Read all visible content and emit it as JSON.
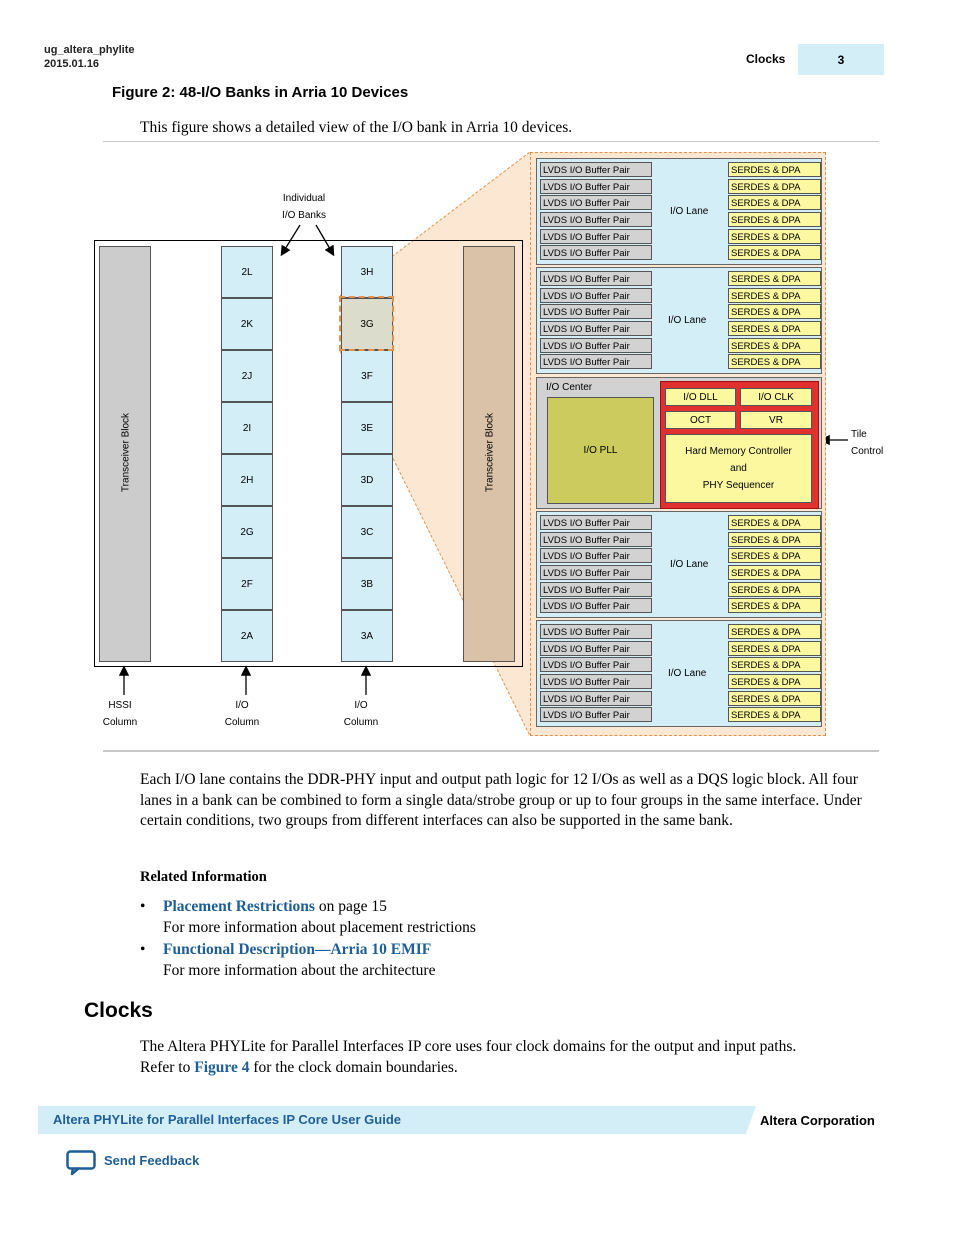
{
  "header": {
    "doc_id": "ug_altera_phylite",
    "date": "2015.01.16",
    "section": "Clocks",
    "page": "3"
  },
  "figure": {
    "title": "Figure 2: 48-I/O Banks in Arria 10 Devices",
    "description": "This figure shows a detailed view of the I/O bank in Arria 10 devices.",
    "individual_label_1": "Individual",
    "individual_label_2": "I/O Banks",
    "transceiver_left": "Transceiver Block",
    "transceiver_right": "Transceiver Block",
    "bank_col_1": [
      "2L",
      "2K",
      "2J",
      "2I",
      "2H",
      "2G",
      "2F",
      "2A"
    ],
    "bank_col_2": [
      "3H",
      "3G",
      "3F",
      "3E",
      "3D",
      "3C",
      "3B",
      "3A"
    ],
    "col_labels": [
      {
        "line1": "HSSI",
        "line2": "Column"
      },
      {
        "line1": "I/O",
        "line2": "Column"
      },
      {
        "line1": "I/O",
        "line2": "Column"
      }
    ],
    "lane_label": "I/O Lane",
    "buffer_label": "LVDS I/O Buffer Pair",
    "serdes_label": "SERDES & DPA",
    "io_center": "I/O Center",
    "io_pll": "I/O PLL",
    "io_dll": "I/O DLL",
    "io_clk": "I/O CLK",
    "oct": "OCT",
    "vr": "VR",
    "hmc_1": "Hard Memory Controller",
    "hmc_2": "and",
    "hmc_3": "PHY Sequencer",
    "tile_1": "Tile",
    "tile_2": "Control",
    "colors": {
      "bank": "#d4eef8",
      "transceiver_left": "#cccccc",
      "transceiver_right": "#d9c2a8",
      "highlight": "#fbe7d2",
      "serdes": "#fbf8a0",
      "pll": "#cbcb5e",
      "red": "#e03030"
    }
  },
  "body": {
    "paragraph": "Each I/O lane contains the DDR-PHY input and output path logic for 12 I/Os as well as a DQS logic block. All four lanes in a bank can be combined to form a single data/strobe group or up to four groups in the same interface. Under certain conditions, two groups from different interfaces can also be supported in the same bank.",
    "related_heading": "Related Information",
    "related": [
      {
        "link": "Placement Restrictions",
        "suffix": " on page 15",
        "desc": "For more information about placement restrictions"
      },
      {
        "link": "Functional Description—Arria 10 EMIF",
        "suffix": "",
        "desc": "For more information about the architecture"
      }
    ],
    "clocks_heading": "Clocks",
    "clocks_text_1": "The Altera PHYLite for Parallel Interfaces IP core uses four clock domains for the output and input paths.",
    "clocks_text_2a": "Refer to ",
    "clocks_link": "Figure 4",
    "clocks_text_2b": " for the clock domain boundaries."
  },
  "footer": {
    "title": "Altera PHYLite for Parallel Interfaces IP Core User Guide",
    "corp": "Altera Corporation",
    "feedback": "Send Feedback"
  }
}
